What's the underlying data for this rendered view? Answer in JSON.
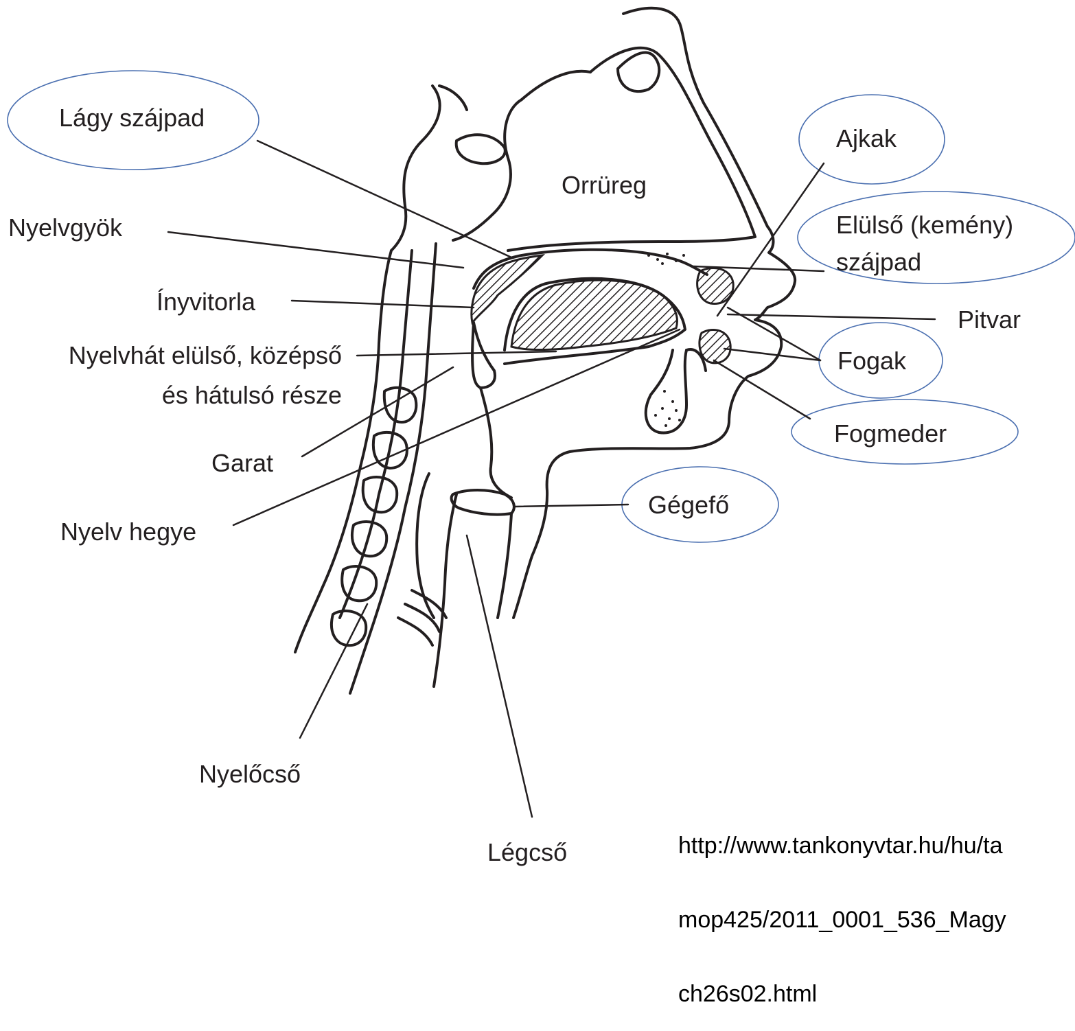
{
  "labels": {
    "lagy_szajpad": "Lágy szájpad",
    "orrureg": "Orrüreg",
    "nyelvgyok": "Nyelvgyök",
    "inyvitorla": "Ínyvitorla",
    "nyelvhat_line1": "Nyelvhát elülső, középső",
    "nyelvhat_line2": "és hátulsó része",
    "garat": "Garat",
    "nyelv_hegye": "Nyelv hegye",
    "nyelocso": "Nyelőcső",
    "legcso": "Légcső",
    "ajkak": "Ajkak",
    "elulso_line1": "Elülső (kemény)",
    "elulso_line2": "szájpad",
    "pitvar": "Pitvar",
    "fogak": "Fogak",
    "fogmeder": "Fogmeder",
    "gegefo": "Gégefő"
  },
  "source": {
    "line1": "http://www.tankonyvtar.hu/hu/ta",
    "line2": "mop425/2011_0001_536_Magy",
    "line3": "ch26s02.html"
  },
  "colors": {
    "ellipse_stroke": "#4a6fb0",
    "ink": "#231f20"
  }
}
